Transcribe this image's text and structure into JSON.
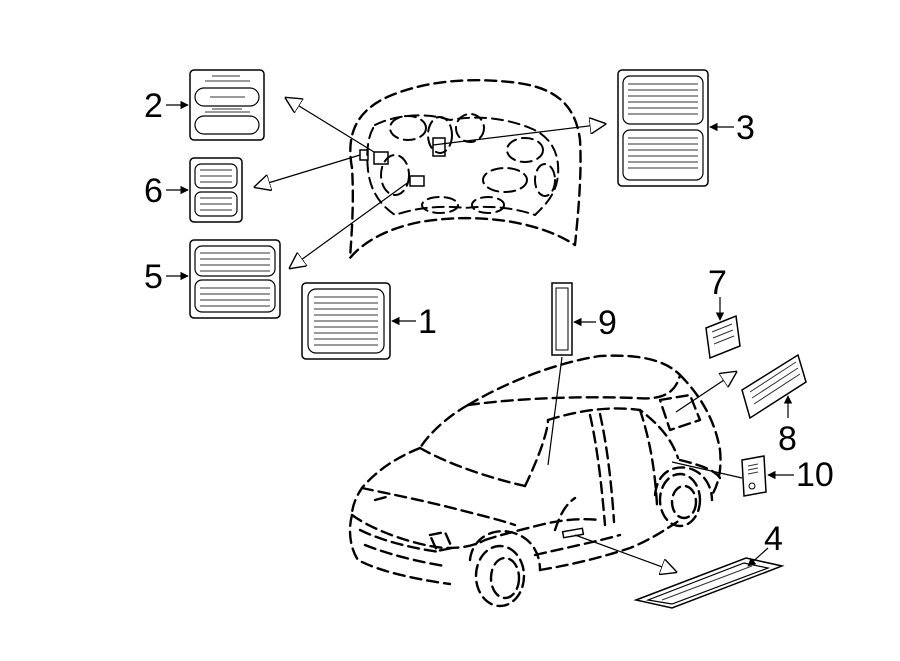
{
  "callouts": [
    {
      "id": "c1",
      "label": "1"
    },
    {
      "id": "c2",
      "label": "2"
    },
    {
      "id": "c3",
      "label": "3"
    },
    {
      "id": "c4",
      "label": "4"
    },
    {
      "id": "c5",
      "label": "5"
    },
    {
      "id": "c6",
      "label": "6"
    },
    {
      "id": "c7",
      "label": "7"
    },
    {
      "id": "c8",
      "label": "8"
    },
    {
      "id": "c9",
      "label": "9"
    },
    {
      "id": "c10",
      "label": "10"
    }
  ],
  "colors": {
    "line": "#000000",
    "label_fill": "#d9d9d9",
    "background": "#ffffff"
  }
}
